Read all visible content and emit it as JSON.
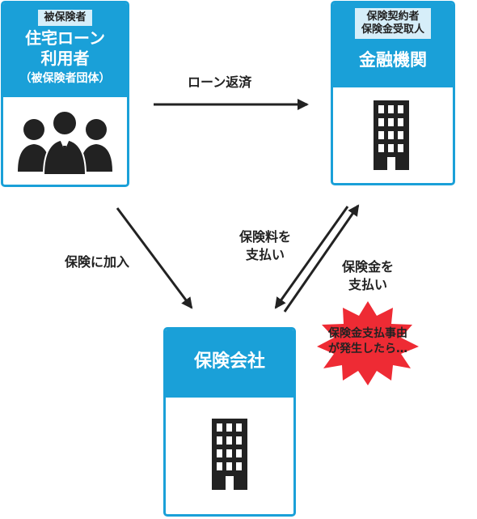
{
  "insured": {
    "tag": "被保険者",
    "title_line1": "住宅ローン",
    "title_line2": "利用者",
    "subtitle": "（被保険者団体）",
    "icon": "people-group-icon"
  },
  "lender": {
    "tag_line1": "保険契約者",
    "tag_line2": "保険金受取人",
    "title": "金融機関",
    "icon": "office-building-icon"
  },
  "insurer": {
    "title": "保険会社",
    "icon": "office-building-icon"
  },
  "flows": {
    "loan_repayment": "ローン返済",
    "join_insurance": "保険に加入",
    "premium_line1": "保険料を",
    "premium_line2": "支払い",
    "benefit_line1": "保険金を",
    "benefit_line2": "支払い"
  },
  "event": {
    "line1": "保険金支払事由",
    "line2": "が発生したら…"
  },
  "colors": {
    "accent": "#1aa0d8",
    "tag_bg": "#d6eef9",
    "burst": "#ee2b34",
    "arrow": "#222222"
  }
}
